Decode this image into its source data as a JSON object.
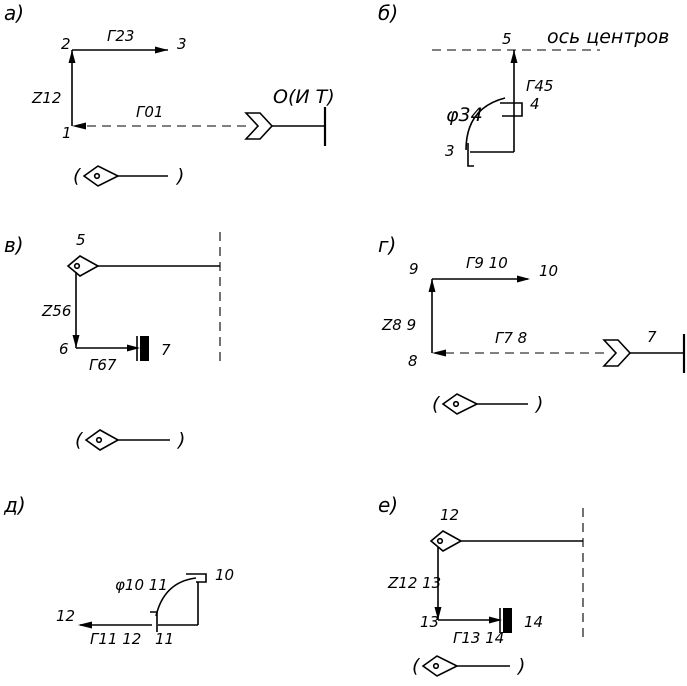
{
  "panels": {
    "a": {
      "caption": "а)",
      "labels": {
        "p1": "1",
        "p2": "2",
        "p3": "3",
        "g01": "Г01",
        "g23": "Г23",
        "z12": "Z12",
        "origin": "О(И Т)"
      },
      "paren_open": "(",
      "paren_close": ")"
    },
    "b": {
      "caption": "б)",
      "labels": {
        "p3": "3",
        "p4": "4",
        "p5": "5",
        "g45": "Г45",
        "phi34": "φ34",
        "axis": "ось центров"
      }
    },
    "v": {
      "caption": "в)",
      "labels": {
        "p5": "5",
        "p6": "6",
        "p7": "7",
        "z56": "Z56",
        "g67": "Г67"
      },
      "paren_open": "(",
      "paren_close": ")"
    },
    "g": {
      "caption": "г)",
      "labels": {
        "p7": "7",
        "p8": "8",
        "p9": "9",
        "p10": "10",
        "g78": "Г7 8",
        "g910": "Г9 10",
        "z89": "Z8 9"
      },
      "paren_open": "(",
      "paren_close": ")"
    },
    "d": {
      "caption": "д)",
      "labels": {
        "p10": "10",
        "p11": "11",
        "p12": "12",
        "phi1011": "φ10 11",
        "g1112": "Г11 12"
      }
    },
    "e": {
      "caption": "е)",
      "labels": {
        "p12": "12",
        "p13": "13",
        "p14": "14",
        "z1213": "Z12 13",
        "g1314": "Г13 14"
      },
      "paren_open": "(",
      "paren_close": ")"
    }
  },
  "colors": {
    "ink": "#000000",
    "background": "#ffffff"
  }
}
